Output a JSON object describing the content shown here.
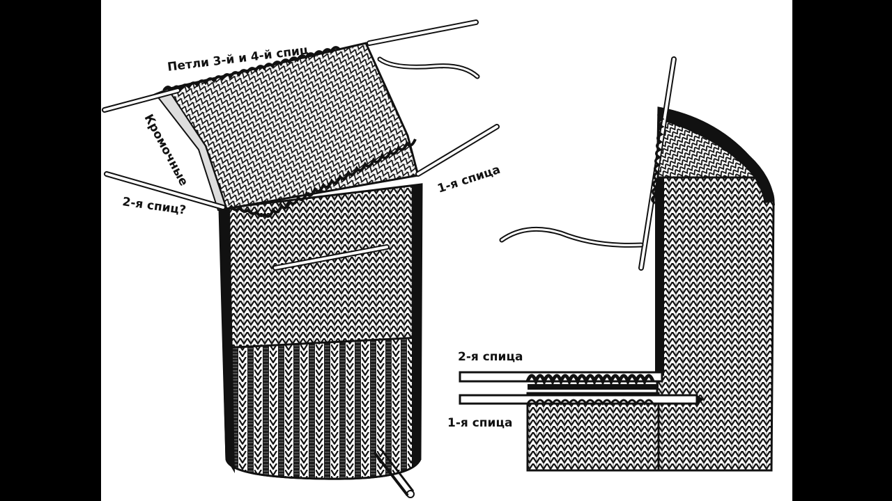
{
  "labels": {
    "loops_34": "Петли 3-й и 4-й спиц",
    "edge": "Кромочные",
    "needle2_left": "2-я спиц?",
    "needle1_left": "1-я спица",
    "needle2_right": "2-я спица",
    "needle1_right": "1-я спица"
  },
  "colors": {
    "frame": "#000000",
    "paper": "#ffffff",
    "ink": "#111111"
  }
}
